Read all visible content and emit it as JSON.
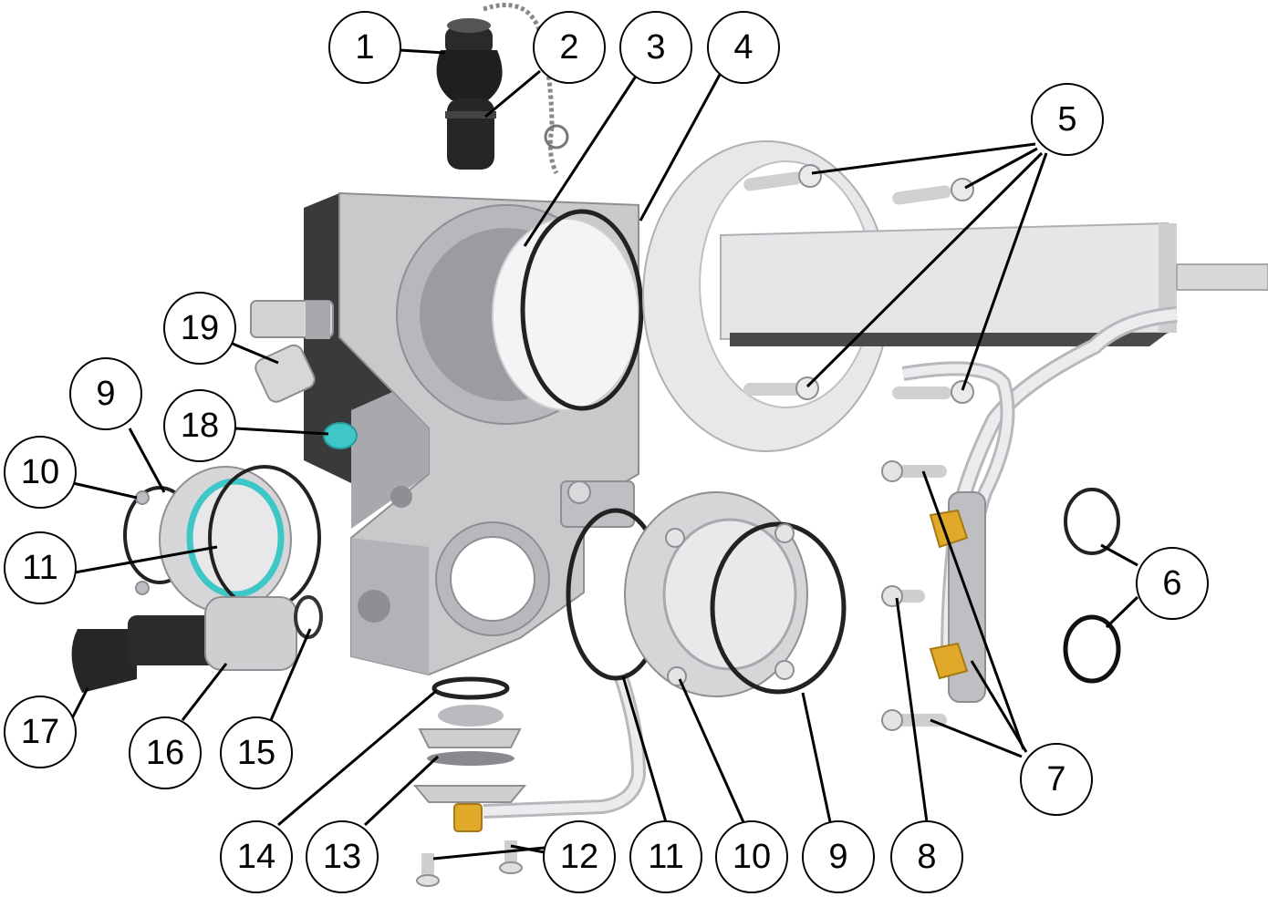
{
  "diagram": {
    "type": "exploded-assembly",
    "callouts": [
      {
        "id": "c1",
        "label": "1"
      },
      {
        "id": "c2",
        "label": "2"
      },
      {
        "id": "c3",
        "label": "3"
      },
      {
        "id": "c4",
        "label": "4"
      },
      {
        "id": "c5",
        "label": "5"
      },
      {
        "id": "c6",
        "label": "6"
      },
      {
        "id": "c7",
        "label": "7"
      },
      {
        "id": "c8",
        "label": "8"
      },
      {
        "id": "c9a",
        "label": "9"
      },
      {
        "id": "c10a",
        "label": "10"
      },
      {
        "id": "c11a",
        "label": "11"
      },
      {
        "id": "c12",
        "label": "12"
      },
      {
        "id": "c13",
        "label": "13"
      },
      {
        "id": "c14",
        "label": "14"
      },
      {
        "id": "c15",
        "label": "15"
      },
      {
        "id": "c16",
        "label": "16"
      },
      {
        "id": "c17",
        "label": "17"
      },
      {
        "id": "c18",
        "label": "18"
      },
      {
        "id": "c19",
        "label": "19"
      },
      {
        "id": "c11b",
        "label": "11"
      },
      {
        "id": "c10b",
        "label": "10"
      },
      {
        "id": "c9b",
        "label": "9"
      }
    ],
    "colors": {
      "body": "#c9c9cc",
      "body_dark": "#8e8e93",
      "side_dark": "#3a3a3a",
      "tube": "#e6e6e9",
      "black_part": "#222222",
      "teal": "#3fc6c6",
      "brass": "#e0a92a"
    }
  }
}
